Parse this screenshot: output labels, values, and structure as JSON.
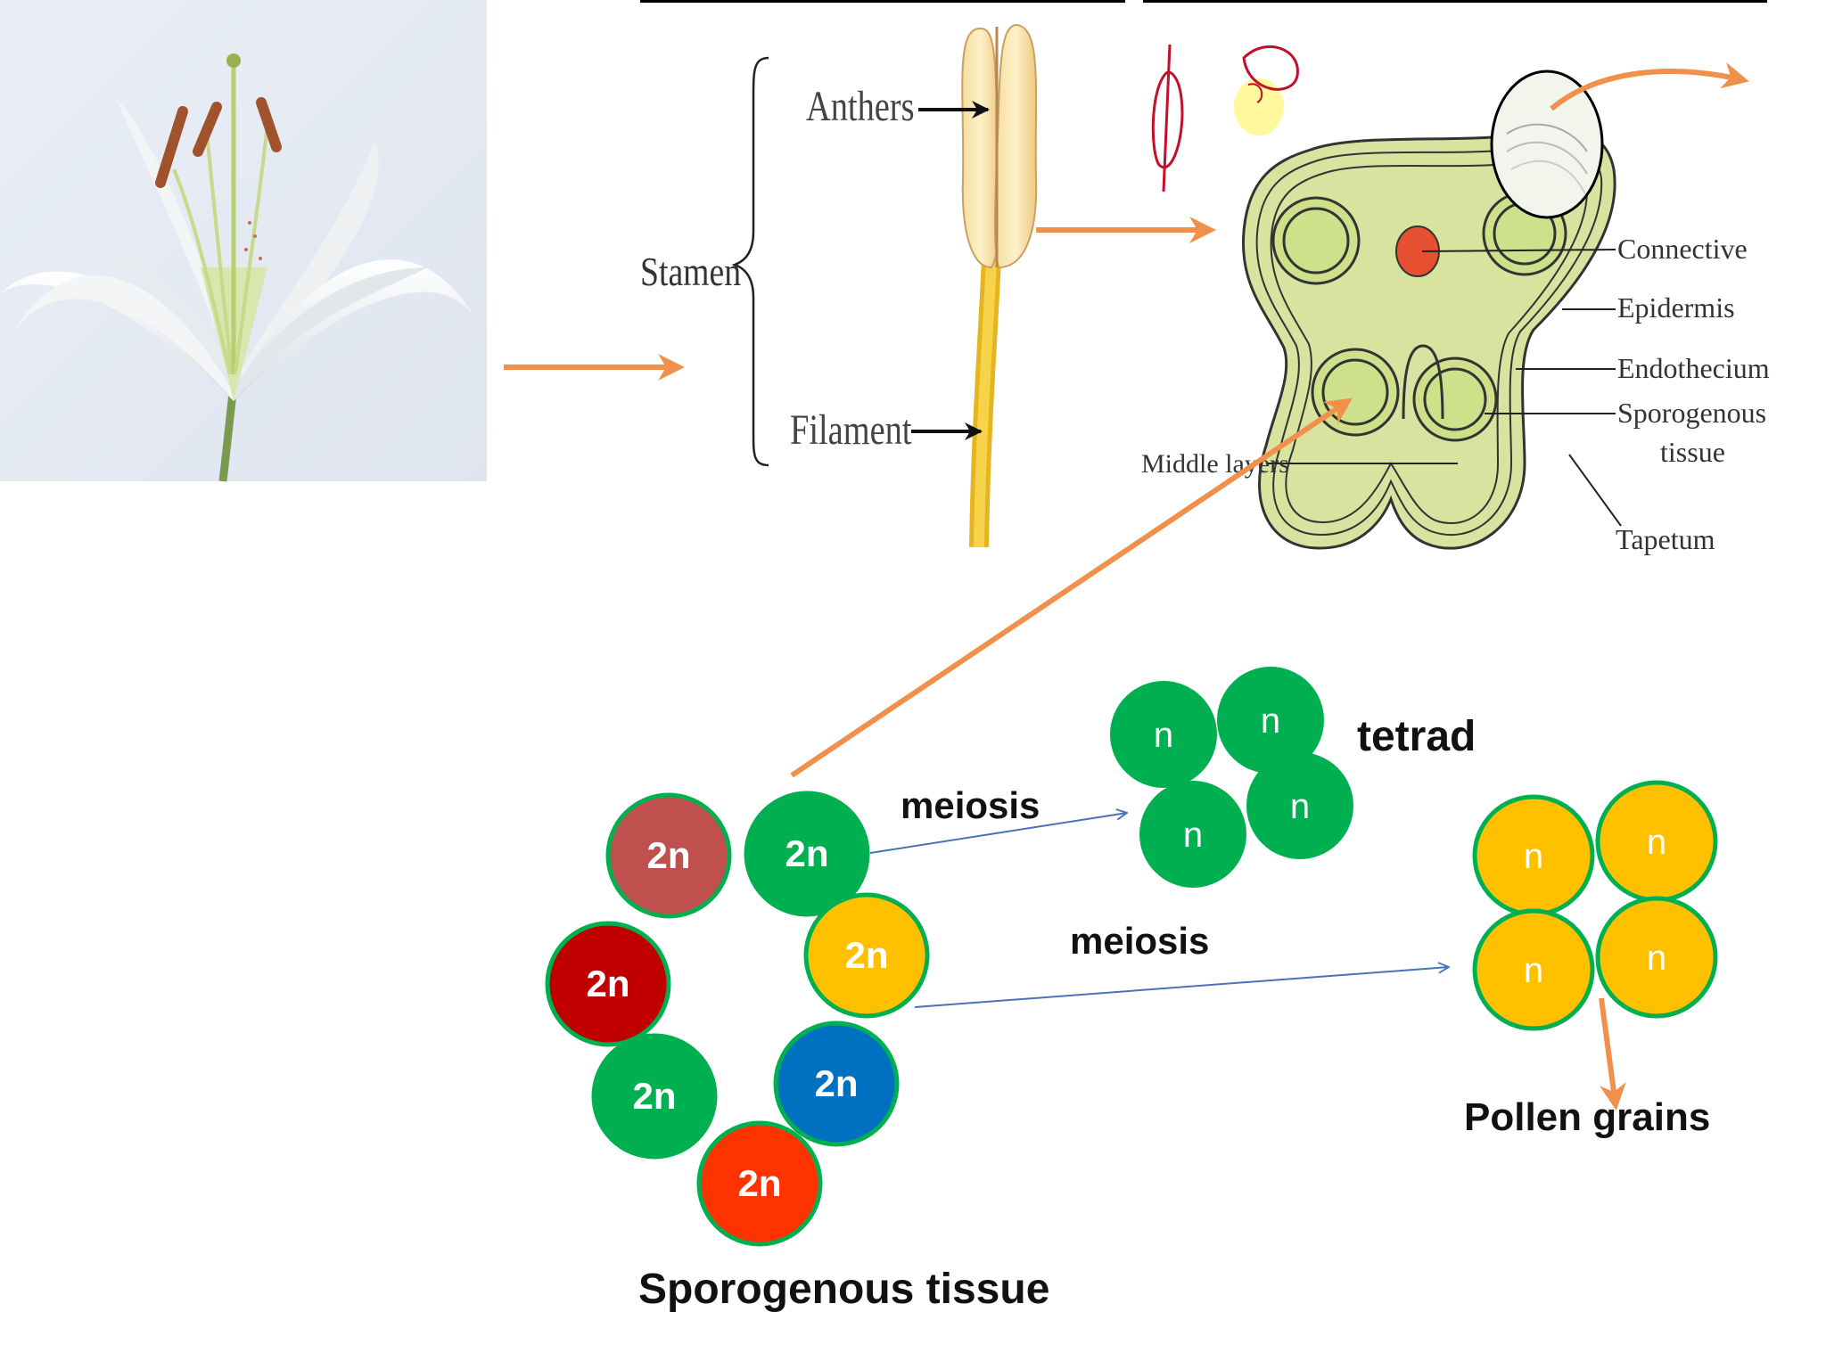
{
  "stamen_diagram": {
    "stamen": "Stamen",
    "anthers": "Anthers",
    "filament": "Filament"
  },
  "anther_section": {
    "connective": "Connective",
    "epidermis": "Epidermis",
    "endothecium": "Endothecium",
    "sporogenous_1": "Sporogenous",
    "sporogenous_2": "tissue",
    "middle_layers": "Middle layers",
    "tapetum": "Tapetum"
  },
  "process": {
    "meiosis_1": "meiosis",
    "meiosis_2": "meiosis",
    "tetrad": "tetrad",
    "pollen_grains": "Pollen grains",
    "sporogenous_tissue": "Sporogenous tissue"
  },
  "cells": {
    "diploid_label": "2n",
    "haploid_label": "n",
    "sporogenous": [
      {
        "color": "#c0504d"
      },
      {
        "color": "#00b050"
      },
      {
        "color": "#c00000"
      },
      {
        "color": "#ffc000"
      },
      {
        "color": "#00b050"
      },
      {
        "color": "#0070c0"
      },
      {
        "color": "#ff3300"
      }
    ],
    "tetrad_color": "#00b050",
    "pollen_color": "#ffc000",
    "border_color": "#00b050"
  },
  "colors": {
    "arrow_orange": "#f0904a",
    "arrow_blue": "#4a72b8",
    "anther_fill": "#d8e3a0"
  }
}
